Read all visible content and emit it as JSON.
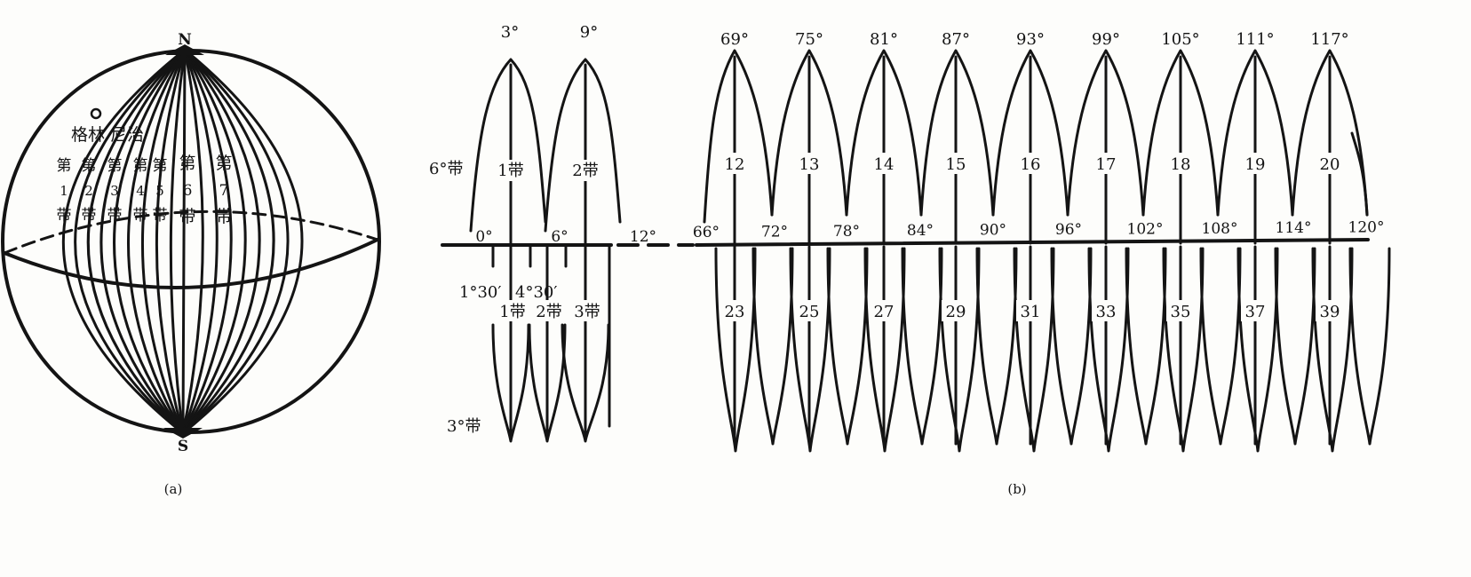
{
  "globe": {
    "north": "N",
    "south": "S",
    "greenwich": "格林 尼治",
    "zones": [
      {
        "di": "第",
        "num": "1",
        "dai": "带"
      },
      {
        "di": "第",
        "num": "2",
        "dai": "带"
      },
      {
        "di": "第",
        "num": "3",
        "dai": "带"
      },
      {
        "di": "第",
        "num": "4",
        "dai": "带"
      },
      {
        "di": "第",
        "num": "5",
        "dai": "带"
      },
      {
        "di": "第",
        "num": "6",
        "dai": "带"
      },
      {
        "di": "第",
        "num": "7",
        "dai": "带"
      }
    ],
    "caption": "(a)"
  },
  "strips": {
    "caption": "(b)",
    "six_label": "6°带",
    "three_label": "3°带",
    "six_left": [
      {
        "top": "3°",
        "name": "1带"
      },
      {
        "top": "9°",
        "name": "2带"
      }
    ],
    "six_right": [
      {
        "top": "69°",
        "num": "12"
      },
      {
        "top": "75°",
        "num": "13"
      },
      {
        "top": "81°",
        "num": "14"
      },
      {
        "top": "87°",
        "num": "15"
      },
      {
        "top": "93°",
        "num": "16"
      },
      {
        "top": "99°",
        "num": "17"
      },
      {
        "top": "105°",
        "num": "18"
      },
      {
        "top": "111°",
        "num": "19"
      },
      {
        "top": "117°",
        "num": "20"
      }
    ],
    "baseline_left": [
      "0°",
      "6°",
      "12°"
    ],
    "baseline_right": [
      "66°",
      "72°",
      "78°",
      "84°",
      "90°",
      "96°",
      "102°",
      "108°",
      "114°",
      "120°"
    ],
    "three_minutes": [
      "1°30′",
      "4°30′"
    ],
    "three_left": [
      "1带",
      "2带",
      "3带"
    ],
    "three_right": [
      "23",
      "25",
      "27",
      "29",
      "31",
      "33",
      "35",
      "37",
      "39"
    ]
  }
}
